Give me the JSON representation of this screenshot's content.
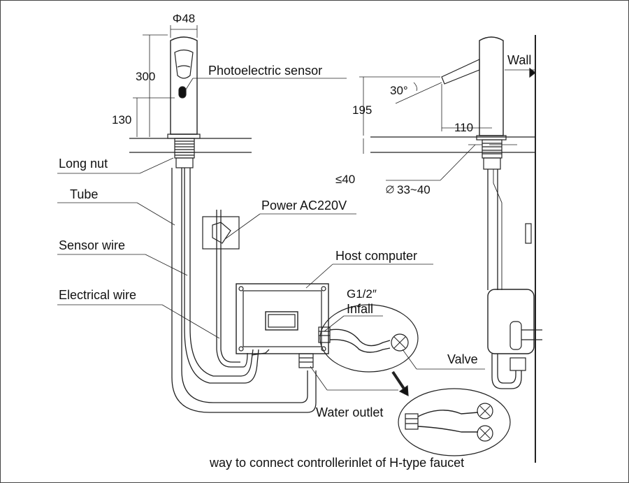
{
  "dimensions": {
    "diameter": "Φ48",
    "height_total": "300",
    "height_sensor": "130",
    "angle": "30°",
    "height_side": "195",
    "reach": "110",
    "thickness": "≤40",
    "hole": "33~40"
  },
  "labels": {
    "photoelectric_sensor": "Photoelectric sensor",
    "wall": "Wall",
    "long_nut": "Long nut",
    "tube": "Tube",
    "power": "Power AC220V",
    "sensor_wire": "Sensor wire",
    "host_computer": "Host computer",
    "electrical_wire": "Electrical wire",
    "thread": "G1/2″",
    "infall": "Infall",
    "valve": "Valve",
    "water_outlet": "Water outlet",
    "caption": "way to connect controllerinlet of H-type faucet"
  }
}
